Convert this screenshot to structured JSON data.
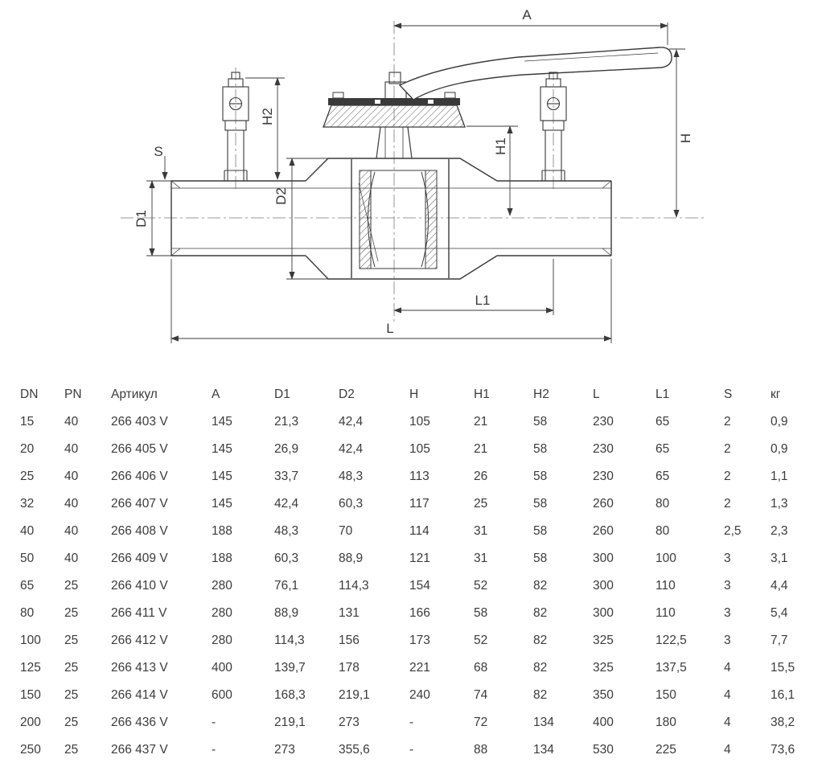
{
  "drawing": {
    "labels": {
      "a": "A",
      "h": "H",
      "h1": "H1",
      "h2": "H2",
      "s": "S",
      "d1": "D1",
      "d2": "D2",
      "l1": "L1",
      "l": "L"
    },
    "stroke_color": "#3a3a3a"
  },
  "table": {
    "headers": [
      "DN",
      "PN",
      "Артикул",
      "A",
      "D1",
      "D2",
      "H",
      "H1",
      "H2",
      "L",
      "L1",
      "S",
      "кг"
    ],
    "rows": [
      [
        "15",
        "40",
        "266 403 V",
        "145",
        "21,3",
        "42,4",
        "105",
        "21",
        "58",
        "230",
        "65",
        "2",
        "0,9"
      ],
      [
        "20",
        "40",
        "266 405 V",
        "145",
        "26,9",
        "42,4",
        "105",
        "21",
        "58",
        "230",
        "65",
        "2",
        "0,9"
      ],
      [
        "25",
        "40",
        "266 406 V",
        "145",
        "33,7",
        "48,3",
        "113",
        "26",
        "58",
        "230",
        "65",
        "2",
        "1,1"
      ],
      [
        "32",
        "40",
        "266 407 V",
        "145",
        "42,4",
        "60,3",
        "117",
        "25",
        "58",
        "260",
        "80",
        "2",
        "1,3"
      ],
      [
        "40",
        "40",
        "266 408 V",
        "188",
        "48,3",
        "70",
        "114",
        "31",
        "58",
        "260",
        "80",
        "2,5",
        "2,3"
      ],
      [
        "50",
        "40",
        "266 409 V",
        "188",
        "60,3",
        "88,9",
        "121",
        "31",
        "58",
        "300",
        "100",
        "3",
        "3,1"
      ],
      [
        "65",
        "25",
        "266 410 V",
        "280",
        "76,1",
        "114,3",
        "154",
        "52",
        "82",
        "300",
        "110",
        "3",
        "4,4"
      ],
      [
        "80",
        "25",
        "266 411 V",
        "280",
        "88,9",
        "131",
        "166",
        "58",
        "82",
        "300",
        "110",
        "3",
        "5,4"
      ],
      [
        "100",
        "25",
        "266 412 V",
        "280",
        "114,3",
        "156",
        "173",
        "52",
        "82",
        "325",
        "122,5",
        "3",
        "7,7"
      ],
      [
        "125",
        "25",
        "266 413 V",
        "400",
        "139,7",
        "178",
        "221",
        "68",
        "82",
        "325",
        "137,5",
        "4",
        "15,5"
      ],
      [
        "150",
        "25",
        "266 414 V",
        "600",
        "168,3",
        "219,1",
        "240",
        "74",
        "82",
        "350",
        "150",
        "4",
        "16,1"
      ],
      [
        "200",
        "25",
        "266 436 V",
        "-",
        "219,1",
        "273",
        "-",
        "72",
        "134",
        "400",
        "180",
        "4",
        "38,2"
      ],
      [
        "250",
        "25",
        "266 437 V",
        "-",
        "273",
        "355,6",
        "-",
        "88",
        "134",
        "530",
        "225",
        "4",
        "73,6"
      ]
    ]
  }
}
